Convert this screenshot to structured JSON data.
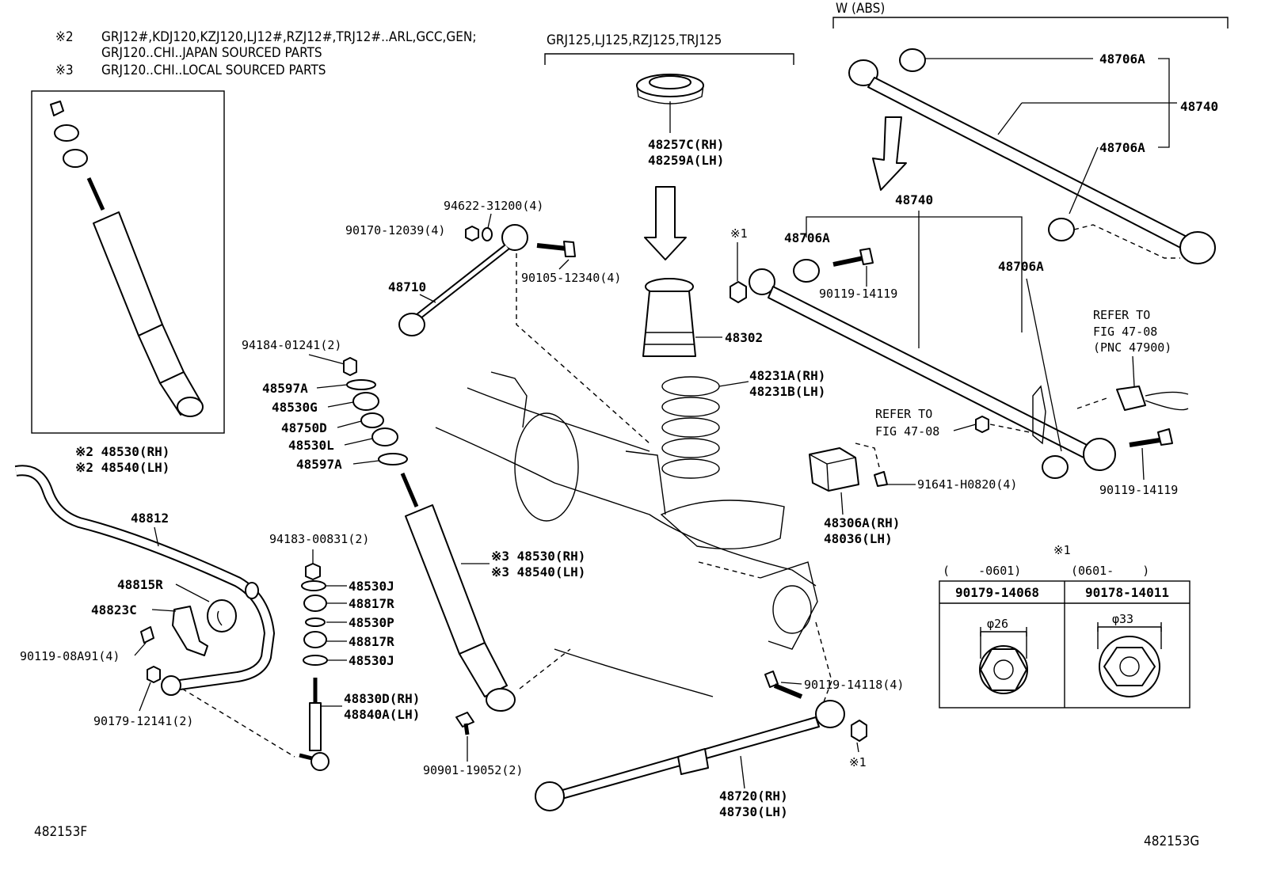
{
  "notes": {
    "n2_mark": "※2",
    "n2_line1": "GRJ12#,KDJ120,KZJ120,LJ12#,RZJ12#,TRJ12#..ARL,GCC,GEN;",
    "n2_line2": "GRJ120..CHI..JAPAN SOURCED PARTS",
    "n3_mark": "※3",
    "n3_line1": "GRJ120..CHI..LOCAL SOURCED PARTS"
  },
  "groups": {
    "grj125": "GRJ125,LJ125,RZJ125,TRJ125",
    "w_abs": "W (ABS)"
  },
  "labels": {
    "p48530_rh_top": "※2 48530(RH)",
    "p48540_lh_top": "※2 48540(LH)",
    "p48257c": "48257C(RH)",
    "p48259a": "48259A(LH)",
    "p94622": "94622-31200(4)",
    "p90170": "90170-12039(4)",
    "p90105": "90105-12340(4)",
    "p48710": "48710",
    "p94184": "94184-01241(2)",
    "p48597a_1": "48597A",
    "p48530g": "48530G",
    "p48750d": "48750D",
    "p48530l": "48530L",
    "p48597a_2": "48597A",
    "p48302": "48302",
    "p48231a": "48231A(RH)",
    "p48231b": "48231B(LH)",
    "star1_a": "※1",
    "p48740_top": "48740",
    "p48706a_1": "48706A",
    "p48706a_2": "48706A",
    "p48740_mid": "48740",
    "p48706a_3": "48706A",
    "p48706a_4": "48706A",
    "p90119_14119_a": "90119-14119",
    "refer1_l1": "REFER TO",
    "refer1_l2": "FIG 47-08",
    "refer1_l3": "(PNC 47900)",
    "refer2_l1": "REFER TO",
    "refer2_l2": "FIG 47-08",
    "p91641": "91641-H0820(4)",
    "p90119_14119_b": "90119-14119",
    "p48306a": "48306A(RH)",
    "p48036": "48036(LH)",
    "p48812": "48812",
    "p94183": "94183-00831(2)",
    "p48530_rh_mid": "※3 48530(RH)",
    "p48540_lh_mid": "※3 48540(LH)",
    "p48815r": "48815R",
    "p48823c": "48823C",
    "p90119_08a91": "90119-08A91(4)",
    "p90179_12141": "90179-12141(2)",
    "p48530j_1": "48530J",
    "p48817r_1": "48817R",
    "p48530p": "48530P",
    "p48817r_2": "48817R",
    "p48530j_2": "48530J",
    "p48830d": "48830D(RH)",
    "p48840a": "48840A(LH)",
    "p90119_14118": "90119-14118(4)",
    "p90901": "90901-19052(2)",
    "star1_b": "※1",
    "p48720": "48720(RH)",
    "p48730": "48730(LH)",
    "code_left": "482153F",
    "code_right": "482153G"
  },
  "table": {
    "title": "※1",
    "col1_header": "(    -0601)",
    "col2_header": "(0601-    )",
    "col1_part": "90179-14068",
    "col2_part": "90178-14011",
    "col1_dim": "φ26",
    "col2_dim": "φ33"
  }
}
